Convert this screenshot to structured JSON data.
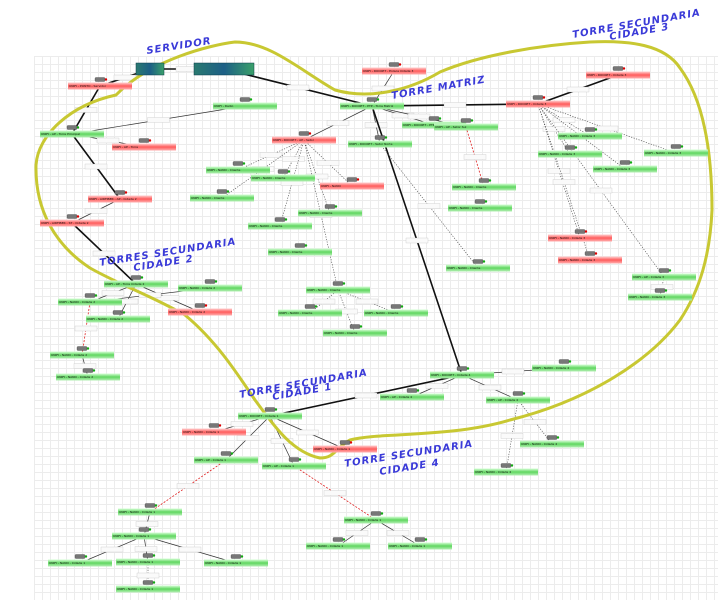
{
  "regions": [
    {
      "id": "servidor",
      "lines": [
        "SERVIDOR"
      ]
    },
    {
      "id": "torre-matriz",
      "lines": [
        "TORRE MATRIZ"
      ]
    },
    {
      "id": "torre-sec-3",
      "lines": [
        "TORRE SECUNDARIA",
        "CIDADE 3"
      ]
    },
    {
      "id": "torres-sec-2",
      "lines": [
        "TORRES SECUNDARIA",
        "CIDADE 2"
      ]
    },
    {
      "id": "torre-sec-1",
      "lines": [
        "TORRE SECUNDARIA",
        "CIDADE 1"
      ]
    },
    {
      "id": "torre-sec-4",
      "lines": [
        "TORRE SECUNDARIA",
        "CIDADE 4"
      ]
    }
  ],
  "colors": {
    "region_text": "#3a3ad8",
    "outline": "#c8c832",
    "node_green": "#5fd65f",
    "node_red": "#ff5c5c",
    "link_dark": "#111111",
    "link_red": "#e02020",
    "grid": "#ececec"
  },
  "nodes": [
    {
      "id": "server-a",
      "status": "server",
      "label": ""
    },
    {
      "id": "server-b",
      "status": "server",
      "label": ""
    },
    {
      "id": "sv-red-1",
      "status": "red",
      "label": "UNIFI - PONTO - Servidor"
    },
    {
      "id": "sv-g1",
      "status": "green",
      "label": "UNIFI - Radio"
    },
    {
      "id": "sv-g2",
      "status": "green",
      "label": "UNIFI - AP - Torre Principal"
    },
    {
      "id": "sv-red-2",
      "status": "red",
      "label": "UNIFI - AP - Torre"
    },
    {
      "id": "c2-red-a",
      "status": "red",
      "label": "UNIFI - AIRFIBER - AP - Cidade 2"
    },
    {
      "id": "c2-red-b",
      "status": "red",
      "label": "UNIFI - AIRFIBER - ST - Cidade 2"
    },
    {
      "id": "tm-main",
      "status": "green",
      "label": "UNIFI - ROCKET - PTP - Torre Matriz"
    },
    {
      "id": "tm-red-top",
      "status": "red",
      "label": "UNIFI - ROCKET - Enlace Cidade 3"
    },
    {
      "id": "tm-g-a",
      "status": "green",
      "label": "UNIFI - ROCKET - PTP - Servidor"
    },
    {
      "id": "tm-red-b",
      "status": "red",
      "label": "UNIFI - ROCKET - AP - Setor"
    },
    {
      "id": "tm-g-c",
      "status": "green",
      "label": "UNIFI - ROCKET - Setor Norte"
    },
    {
      "id": "tm-g-d",
      "status": "green",
      "label": "UNIFI - NANO - Cliente"
    },
    {
      "id": "tm-g-e",
      "status": "green",
      "label": "UNIFI - NANO - Cliente"
    },
    {
      "id": "tm-g-f",
      "status": "green",
      "label": "UNIFI - NANO - Cliente"
    },
    {
      "id": "tm-red-g",
      "status": "red",
      "label": "UNIFI - NANO"
    },
    {
      "id": "tm-g-h",
      "status": "green",
      "label": "UNIFI - NANO - Cliente"
    },
    {
      "id": "tm-g-i",
      "status": "green",
      "label": "UNIFI - NANO - Cliente"
    },
    {
      "id": "tm-g-j",
      "status": "green",
      "label": "UNIFI - NANO - Cliente"
    },
    {
      "id": "tm-g-k",
      "status": "green",
      "label": "UNIFI - AP - Setor Sul"
    },
    {
      "id": "tm-g-l",
      "status": "green",
      "label": "UNIFI - NANO - Cliente"
    },
    {
      "id": "tm-g-m",
      "status": "green",
      "label": "UNIFI - NANO - Cliente"
    },
    {
      "id": "tm-g-n",
      "status": "green",
      "label": "UNIFI - NANO - Cliente"
    },
    {
      "id": "tm-g-o",
      "status": "green",
      "label": "UNIFI - NANO - Cliente"
    },
    {
      "id": "tm-g-p",
      "status": "green",
      "label": "UNIFI - NANO - Cliente"
    },
    {
      "id": "tm-g-q",
      "status": "green",
      "label": "UNIFI - NANO - Cliente"
    },
    {
      "id": "tm-g-r",
      "status": "green",
      "label": "UNIFI - NANO - Cliente"
    },
    {
      "id": "c3-red-a",
      "status": "red",
      "label": "UNIFI - ROCKET - Cidade 3"
    },
    {
      "id": "c3-red-b",
      "status": "red",
      "label": "UNIFI - ROCKET - Cidade 3"
    },
    {
      "id": "c3-g-a",
      "status": "green",
      "label": "UNIFI - NANO - Cidade 3"
    },
    {
      "id": "c3-g-b",
      "status": "green",
      "label": "UNIFI - NANO - Cidade 3"
    },
    {
      "id": "c3-g-c",
      "status": "green",
      "label": "UNIFI - NANO - Cidade 3"
    },
    {
      "id": "c3-g-d",
      "status": "green",
      "label": "UNIFI - NANO - Cidade 3"
    },
    {
      "id": "c3-red-c",
      "status": "red",
      "label": "UNIFI - NANO - Cidade 3"
    },
    {
      "id": "c3-red-d",
      "status": "red",
      "label": "UNIFI - NANO - Cidade 3"
    },
    {
      "id": "c3-g-e",
      "status": "green",
      "label": "UNIFI - AP - Cidade 3"
    },
    {
      "id": "c3-g-f",
      "status": "green",
      "label": "UNIFI - NANO - Cidade 3"
    },
    {
      "id": "c2-main",
      "status": "green",
      "label": "UNIFI - AP - Torre Cidade 2"
    },
    {
      "id": "c2-g-a",
      "status": "green",
      "label": "UNIFI - NANO - Cidade 2"
    },
    {
      "id": "c2-g-b",
      "status": "green",
      "label": "UNIFI - NANO - Cidade 2"
    },
    {
      "id": "c2-red-c",
      "status": "red",
      "label": "UNIFI - NANO - Cidade 2"
    },
    {
      "id": "c2-g-c",
      "status": "green",
      "label": "UNIFI - NANO - Cidade 2"
    },
    {
      "id": "c2-g-d",
      "status": "green",
      "label": "UNIFI - NANO - Cidade 2"
    },
    {
      "id": "c2-g-e",
      "status": "green",
      "label": "UNIFI - NANO - Cidade 2"
    },
    {
      "id": "c4-main",
      "status": "green",
      "label": "UNIFI - ROCKET - Cidade 4"
    },
    {
      "id": "c4-g-a",
      "status": "green",
      "label": "UNIFI - NANO - Cidade 4"
    },
    {
      "id": "c4-g-b",
      "status": "green",
      "label": "UNIFI - AP - Cidade 4"
    },
    {
      "id": "c4-g-c",
      "status": "green",
      "label": "UNIFI - AP - Cidade 4"
    },
    {
      "id": "c4-g-d",
      "status": "green",
      "label": "UNIFI - NANO - Cidade 4"
    },
    {
      "id": "c4-g-e",
      "status": "green",
      "label": "UNIFI - NANO - Cidade 4"
    },
    {
      "id": "c1-main",
      "status": "green",
      "label": "UNIFI - ROCKET - Cidade 1"
    },
    {
      "id": "c1-red-a",
      "status": "red",
      "label": "UNIFI - NANO - Cidade 1"
    },
    {
      "id": "c1-red-b",
      "status": "red",
      "label": "UNIFI - NANO - Cidade 1"
    },
    {
      "id": "c1-g-a",
      "status": "green",
      "label": "UNIFI - AP - Cidade 1"
    },
    {
      "id": "c1-g-b",
      "status": "green",
      "label": "UNIFI - AP - Cidade 1"
    },
    {
      "id": "c1-g-c",
      "status": "green",
      "label": "UNIFI - NANO - Cidade 1"
    },
    {
      "id": "c1-g-d",
      "status": "green",
      "label": "UNIFI - NANO - Cidade 1"
    },
    {
      "id": "c1-g-e",
      "status": "green",
      "label": "UNIFI - NANO - Cidade 1"
    },
    {
      "id": "c1-g-f",
      "status": "green",
      "label": "UNIFI - NANO - Cidade 1"
    },
    {
      "id": "c1-g-g",
      "status": "green",
      "label": "UNIFI - NANO - Cidade 1"
    },
    {
      "id": "c1-g-h",
      "status": "green",
      "label": "UNIFI - NANO - Cidade 1"
    },
    {
      "id": "c1-g-i",
      "status": "green",
      "label": "UNIFI - NANO - Cidade 1"
    },
    {
      "id": "c1-g-j",
      "status": "green",
      "label": "UNIFI - NANO - Cidade 1"
    },
    {
      "id": "c1-g-k",
      "status": "green",
      "label": "UNIFI - NANO - Cidade 1"
    }
  ],
  "links": [
    {
      "from": "server-a",
      "to": "server-b",
      "style": "thick"
    },
    {
      "from": "server-b",
      "to": "tm-main",
      "style": "thick"
    },
    {
      "from": "server-a",
      "to": "sv-red-1",
      "style": "thick"
    },
    {
      "from": "sv-red-1",
      "to": "sv-g2",
      "style": "thick"
    },
    {
      "from": "sv-g2",
      "to": "c2-red-a",
      "style": "thick"
    },
    {
      "from": "c2-red-a",
      "to": "c2-red-b",
      "style": "thin"
    },
    {
      "from": "c2-red-b",
      "to": "c2-main",
      "style": "thick"
    },
    {
      "from": "sv-g2",
      "to": "sv-g1",
      "style": "thin"
    },
    {
      "from": "sv-g2",
      "to": "sv-red-2",
      "style": "thin"
    },
    {
      "from": "tm-main",
      "to": "tm-red-top",
      "style": "thin"
    },
    {
      "from": "tm-main",
      "to": "tm-g-a",
      "style": "thin"
    },
    {
      "from": "tm-main",
      "to": "c3-red-a",
      "style": "thick"
    },
    {
      "from": "c3-red-a",
      "to": "c3-red-b",
      "style": "thick"
    },
    {
      "from": "tm-main",
      "to": "tm-red-b",
      "style": "thin"
    },
    {
      "from": "tm-main",
      "to": "tm-g-c",
      "style": "thin"
    },
    {
      "from": "tm-main",
      "to": "c4-main",
      "style": "thick"
    },
    {
      "from": "tm-main",
      "to": "tm-g-k",
      "style": "thin"
    },
    {
      "from": "tm-g-k",
      "to": "tm-g-l",
      "style": "redthin"
    },
    {
      "from": "tm-red-b",
      "to": "tm-g-d",
      "style": "dotted"
    },
    {
      "from": "tm-red-b",
      "to": "tm-g-e",
      "style": "dotted"
    },
    {
      "from": "tm-red-b",
      "to": "tm-g-f",
      "style": "dotted"
    },
    {
      "from": "tm-red-b",
      "to": "tm-red-g",
      "style": "dotted"
    },
    {
      "from": "tm-red-b",
      "to": "tm-g-h",
      "style": "dotted"
    },
    {
      "from": "tm-red-b",
      "to": "tm-g-i",
      "style": "dotted"
    },
    {
      "from": "tm-g-c",
      "to": "tm-g-j",
      "style": "dotted"
    },
    {
      "from": "tm-red-b",
      "to": "tm-g-m",
      "style": "dotted"
    },
    {
      "from": "tm-g-m",
      "to": "tm-g-n",
      "style": "dotted"
    },
    {
      "from": "tm-g-m",
      "to": "tm-g-o",
      "style": "dotted"
    },
    {
      "from": "tm-g-m",
      "to": "tm-g-p",
      "style": "dotted"
    },
    {
      "from": "c3-red-a",
      "to": "c3-g-a",
      "style": "dotted"
    },
    {
      "from": "c3-red-a",
      "to": "c3-g-b",
      "style": "dotted"
    },
    {
      "from": "c3-red-a",
      "to": "c3-g-c",
      "style": "dotted"
    },
    {
      "from": "c3-red-a",
      "to": "c3-g-d",
      "style": "dotted"
    },
    {
      "from": "c3-red-a",
      "to": "c3-red-c",
      "style": "dotted"
    },
    {
      "from": "c3-red-a",
      "to": "c3-red-d",
      "style": "dotted"
    },
    {
      "from": "c3-red-a",
      "to": "c3-g-e",
      "style": "dotted"
    },
    {
      "from": "c3-g-e",
      "to": "c3-g-f",
      "style": "dotted"
    },
    {
      "from": "c2-main",
      "to": "c2-g-a",
      "style": "thin"
    },
    {
      "from": "c2-main",
      "to": "c2-g-b",
      "style": "thin"
    },
    {
      "from": "c2-main",
      "to": "c2-red-c",
      "style": "thin"
    },
    {
      "from": "c2-g-a",
      "to": "c2-g-c",
      "style": "redthin"
    },
    {
      "from": "c2-g-c",
      "to": "c2-g-d",
      "style": "thin"
    },
    {
      "from": "c2-g-a",
      "to": "c2-g-e",
      "style": "thin"
    },
    {
      "from": "c4-main",
      "to": "c4-g-a",
      "style": "thin"
    },
    {
      "from": "c4-main",
      "to": "c4-g-b",
      "style": "thin"
    },
    {
      "from": "c4-main",
      "to": "c4-g-c",
      "style": "thin"
    },
    {
      "from": "c4-g-c",
      "to": "c4-g-d",
      "style": "dotted"
    },
    {
      "from": "c4-g-c",
      "to": "c4-g-e",
      "style": "dotted"
    },
    {
      "from": "c4-main",
      "to": "c1-main",
      "style": "thick"
    },
    {
      "from": "c1-main",
      "to": "c1-red-a",
      "style": "thin"
    },
    {
      "from": "c1-main",
      "to": "c1-red-b",
      "style": "thin"
    },
    {
      "from": "c1-main",
      "to": "c1-g-a",
      "style": "thin"
    },
    {
      "from": "c1-main",
      "to": "c1-g-b",
      "style": "thin"
    },
    {
      "from": "c1-g-a",
      "to": "c1-g-c",
      "style": "redthin"
    },
    {
      "from": "c1-g-b",
      "to": "c1-g-d",
      "style": "redthin"
    },
    {
      "from": "c1-g-c",
      "to": "c1-g-e",
      "style": "thin"
    },
    {
      "from": "c1-g-e",
      "to": "c1-g-f",
      "style": "thin"
    },
    {
      "from": "c1-g-e",
      "to": "c1-g-g",
      "style": "thin"
    },
    {
      "from": "c1-g-e",
      "to": "c1-g-h",
      "style": "thin"
    },
    {
      "from": "c1-g-d",
      "to": "c1-g-i",
      "style": "thin"
    },
    {
      "from": "c1-g-d",
      "to": "c1-g-j",
      "style": "thin"
    },
    {
      "from": "c1-g-f",
      "to": "c1-g-k",
      "style": "dotted"
    }
  ]
}
